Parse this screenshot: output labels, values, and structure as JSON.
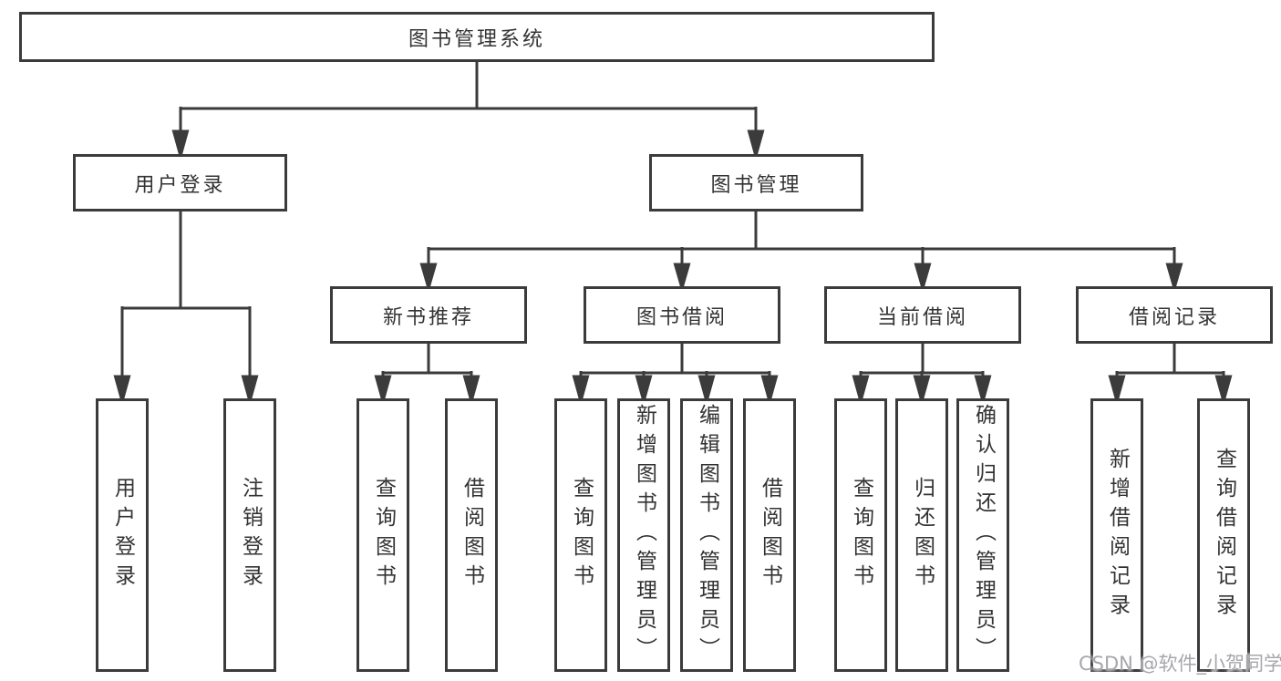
{
  "diagram_title": "图书管理系统",
  "colors": {
    "background": "#ffffff",
    "line": "#3b3b3b",
    "box_border": "#3b3b3b",
    "text": "#333333",
    "watermark": "#a6a6ac"
  },
  "nodes": {
    "root": {
      "label": "图书管理系统"
    },
    "l2": [
      {
        "label": "用户登录"
      },
      {
        "label": "图书管理"
      }
    ],
    "l3": [
      {
        "label": "新书推荐",
        "parent": "图书管理"
      },
      {
        "label": "图书借阅",
        "parent": "图书管理"
      },
      {
        "label": "当前借阅",
        "parent": "图书管理"
      },
      {
        "label": "借阅记录",
        "parent": "图书管理"
      }
    ],
    "leaves": [
      {
        "label": "用户登录",
        "parent": "用户登录"
      },
      {
        "label": "注销登录",
        "parent": "用户登录"
      },
      {
        "label": "查询图书",
        "parent": "新书推荐"
      },
      {
        "label": "借阅图书",
        "parent": "新书推荐"
      },
      {
        "label": "查询图书",
        "parent": "图书借阅"
      },
      {
        "label": "新增图书（管理员）",
        "parent": "图书借阅"
      },
      {
        "label": "编辑图书（管理员）",
        "parent": "图书借阅"
      },
      {
        "label": "借阅图书",
        "parent": "图书借阅"
      },
      {
        "label": "查询图书",
        "parent": "当前借阅"
      },
      {
        "label": "归还图书",
        "parent": "当前借阅"
      },
      {
        "label": "确认归还（管理员）",
        "parent": "当前借阅"
      },
      {
        "label": "新增借阅记录",
        "parent": "借阅记录"
      },
      {
        "label": "查询借阅记录",
        "parent": "借阅记录"
      }
    ]
  },
  "watermark": {
    "text": "CSDN @软件_小贺同学"
  }
}
